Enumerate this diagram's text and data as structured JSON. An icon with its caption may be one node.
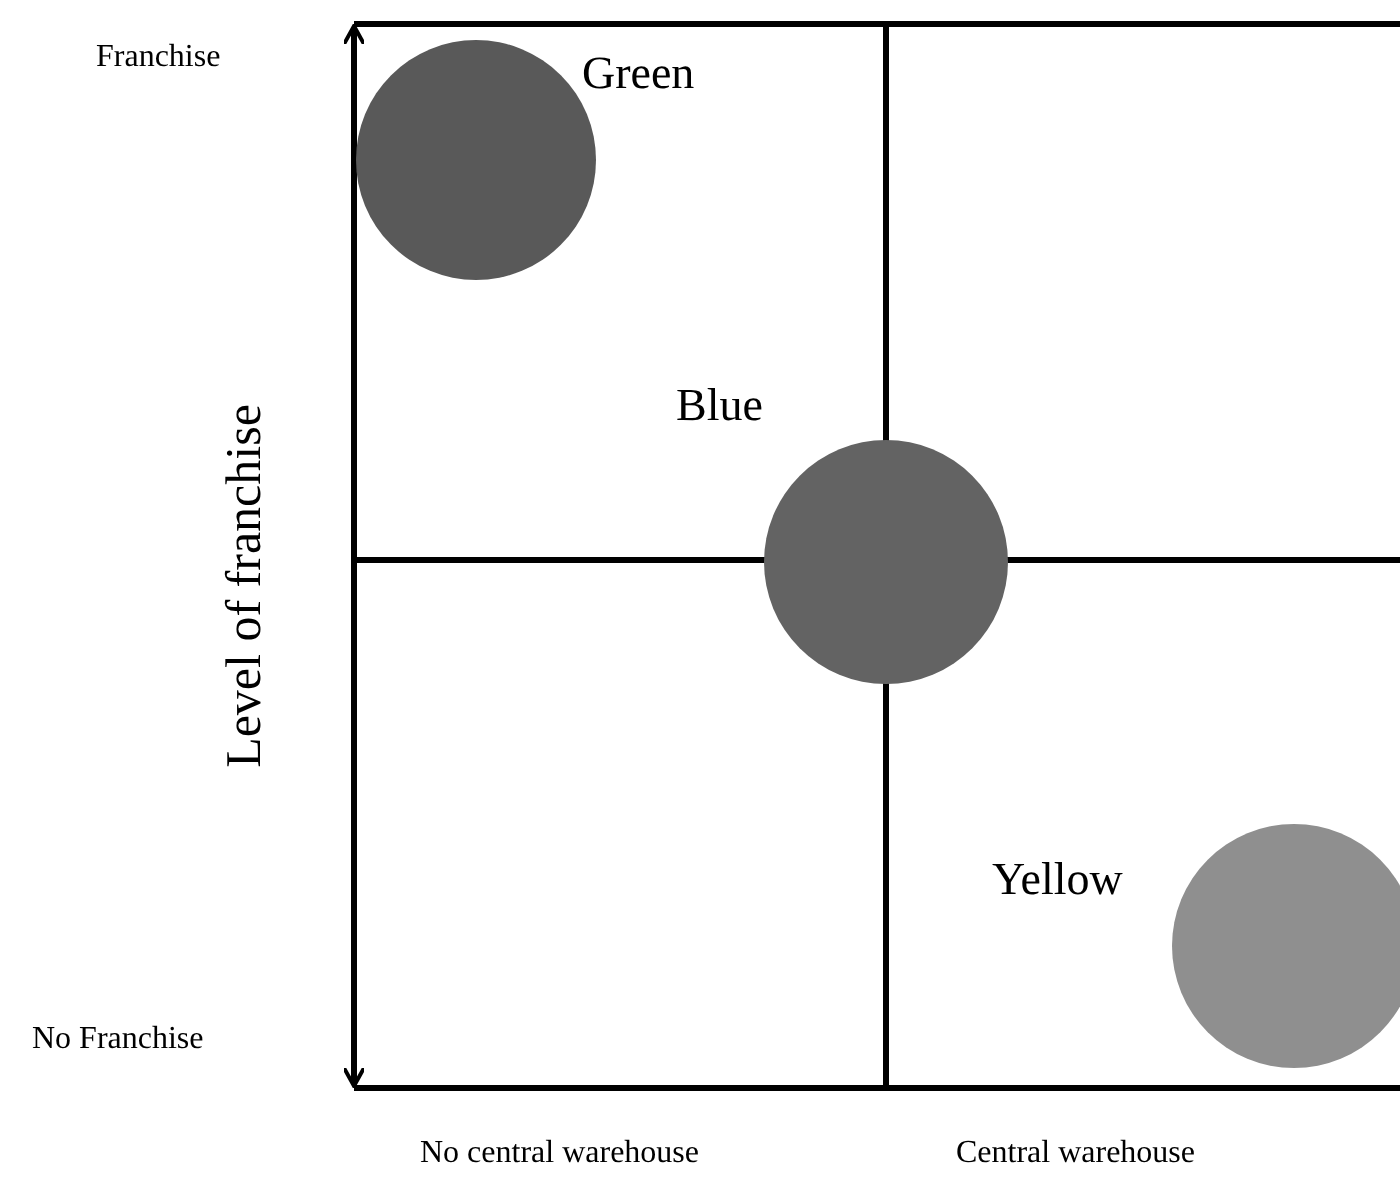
{
  "diagram": {
    "nodes": [
      {
        "text": [],
        "shape": "circle",
        "beside": [
          "Green"
        ]
      },
      {
        "text": [],
        "shape": "circle",
        "beside": [
          "Blue"
        ]
      },
      {
        "text": [],
        "shape": "circle",
        "beside": [
          "Yellow"
        ]
      }
    ],
    "labels": [
      "Franchise",
      "Level of franchise",
      "No Franchise",
      "No central warehouse",
      "Central warehouse"
    ]
  }
}
